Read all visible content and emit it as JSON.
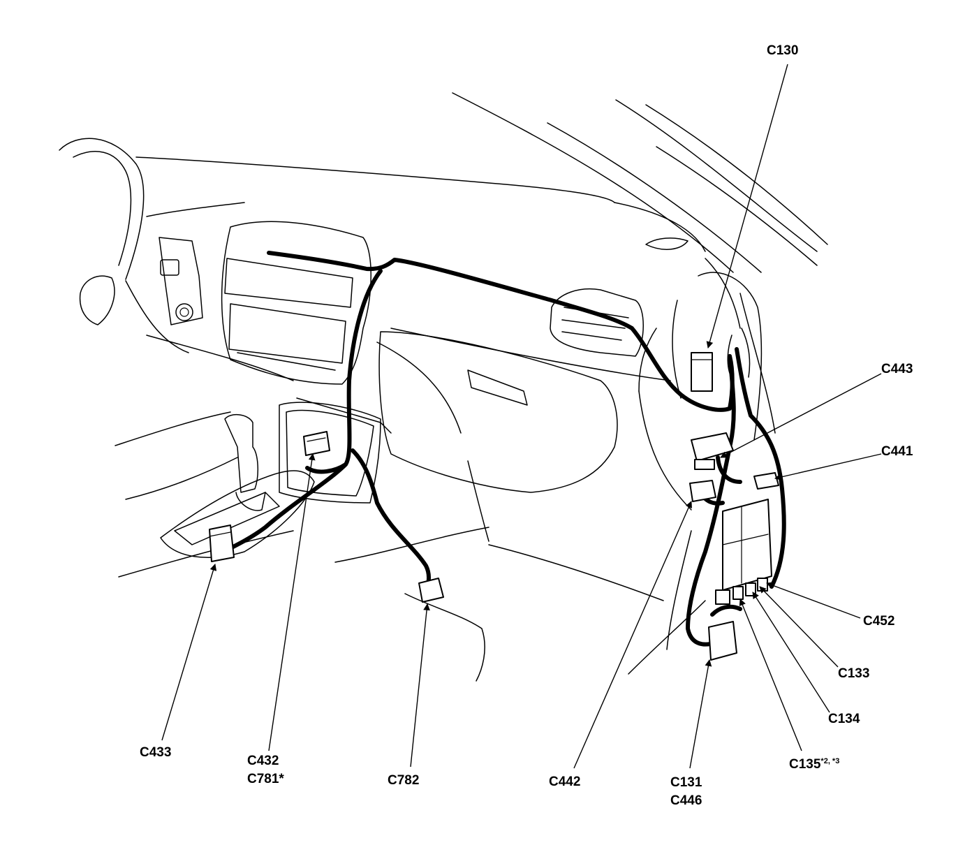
{
  "labels": {
    "c130": "C130",
    "c443": "C443",
    "c441": "C441",
    "c452": "C452",
    "c133": "C133",
    "c134": "C134",
    "c135": "C135",
    "c135_note": "*2, *3",
    "c131": "C131",
    "c446": "C446",
    "c442": "C442",
    "c782": "C782",
    "c432": "C432",
    "c781": "C781*",
    "c433": "C433"
  },
  "colors": {
    "line": "#000000",
    "background": "#ffffff"
  }
}
